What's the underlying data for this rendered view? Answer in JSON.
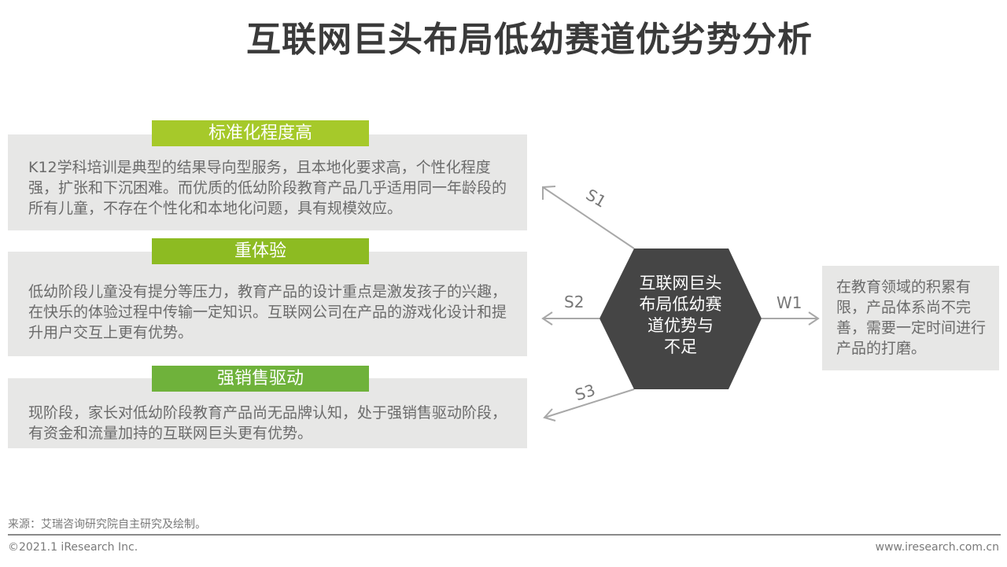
{
  "title": "互联网巨头布局低幼赛道优劣势分析",
  "colors": {
    "tag_1": "#a6c92a",
    "tag_2": "#8dbb22",
    "tag_3": "#6fb23b",
    "panel_bg": "#e7e7e6",
    "hexagon": "#454545",
    "arrow": "#a8a8a8",
    "text": "#6b6b6b"
  },
  "strengths": [
    {
      "tag": "标准化程度高",
      "text": "K12学科培训是典型的结果导向型服务，且本地化要求高，个性化程度强，扩张和下沉困难。而优质的低幼阶段教育产品几乎适用同一年龄段的所有儿童，不存在个性化和本地化问题，具有规模效应。"
    },
    {
      "tag": "重体验",
      "text": "低幼阶段儿童没有提分等压力，教育产品的设计重点是激发孩子的兴趣，在快乐的体验过程中传输一定知识。互联网公司在产品的游戏化设计和提升用户交互上更有优势。"
    },
    {
      "tag": "强销售驱动",
      "text": "现阶段，家长对低幼阶段教育产品尚无品牌认知，处于强销售驱动阶段，有资金和流量加持的互联网巨头更有优势。"
    }
  ],
  "center": {
    "label": "互联网巨头布局低幼赛道优势与不足",
    "lines": [
      "互联网巨头",
      "布局低幼赛",
      "道优势与",
      "不足"
    ]
  },
  "arrows": {
    "s1": "S1",
    "s2": "S2",
    "s3": "S3",
    "w1": "W1"
  },
  "weakness": {
    "text": "在教育领域的积累有限，产品体系尚不完善，需要一定时间进行产品的打磨。"
  },
  "footer": {
    "source": "来源：艾瑞咨询研究院自主研究及绘制。",
    "copyright": "©2021.1 iResearch Inc.",
    "website": "www.iresearch.com.cn"
  }
}
